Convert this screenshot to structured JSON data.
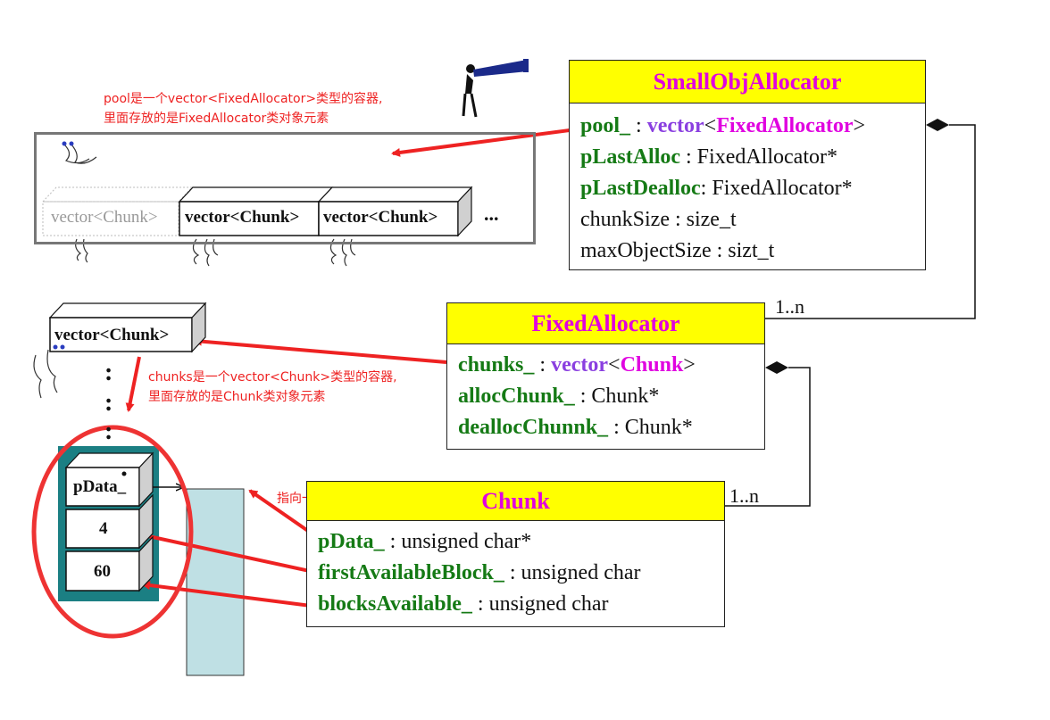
{
  "small_obj_allocator": {
    "title": "SmallObjAllocator",
    "pool_name": "pool_",
    "pool_sep": " : ",
    "pool_type_kw": "vector",
    "pool_lt": "<",
    "pool_type_inner": "FixedAllocator",
    "pool_gt": ">",
    "plastalloc_name": "pLastAlloc",
    "plastalloc_type": " : FixedAllocator*",
    "plastdealloc_name": "pLastDealloc",
    "plastdealloc_type": ": FixedAllocator*",
    "chunksize": "chunkSize : size_t",
    "maxobjectsize": "maxObjectSize : sizt_t"
  },
  "fixed_allocator": {
    "title": "FixedAllocator",
    "multiplicity": "1..n",
    "chunks_name": "chunks_",
    "chunks_sep": " : ",
    "chunks_type_kw": "vector",
    "chunks_lt": "<",
    "chunks_type_inner": "Chunk",
    "chunks_gt": ">",
    "allocchunk_name": "allocChunk_",
    "allocchunk_type": " : Chunk*",
    "deallocchunk_name": "deallocChunnk_",
    "deallocchunk_type": " : Chunk*"
  },
  "chunk": {
    "title": "Chunk",
    "multiplicity": "1..n",
    "pdata_name": "pData_",
    "pdata_type": " : unsigned char*",
    "first_name": "firstAvailableBlock_",
    "first_type": " : unsigned char",
    "blocks_name": "blocksAvailable_",
    "blocks_type": " : unsigned char"
  },
  "pool_box": {
    "ghost_label": "vector<Chunk>",
    "vector_label_1": "vector<Chunk>",
    "vector_label_2": "vector<Chunk>",
    "ellipsis": "..."
  },
  "chunks_vector_label": "vector<Chunk>",
  "vertical_dots": ":",
  "chunk_stack": {
    "pdata_label": "pData_",
    "first_value": "4",
    "blocks_value": "60"
  },
  "notes": {
    "pool_line1": "pool是一个vector<FixedAllocator>类型的容器,",
    "pool_line2": "里面存放的是FixedAllocator类对象元素",
    "chunks_line1": "chunks是一个vector<Chunk>类型的容器,",
    "chunks_line2": "里面存放的是Chunk类对象元素",
    "pointer": "指向一个内存块的首端地址"
  },
  "colors": {
    "header_yellow": "#ffff00",
    "class_title": "#e000e0",
    "attr_green": "#157a15",
    "type_purple": "#8a3fe0",
    "note_red": "#ee2222",
    "teal": "#1b7f83",
    "memory_block": "#bfe0e4"
  }
}
